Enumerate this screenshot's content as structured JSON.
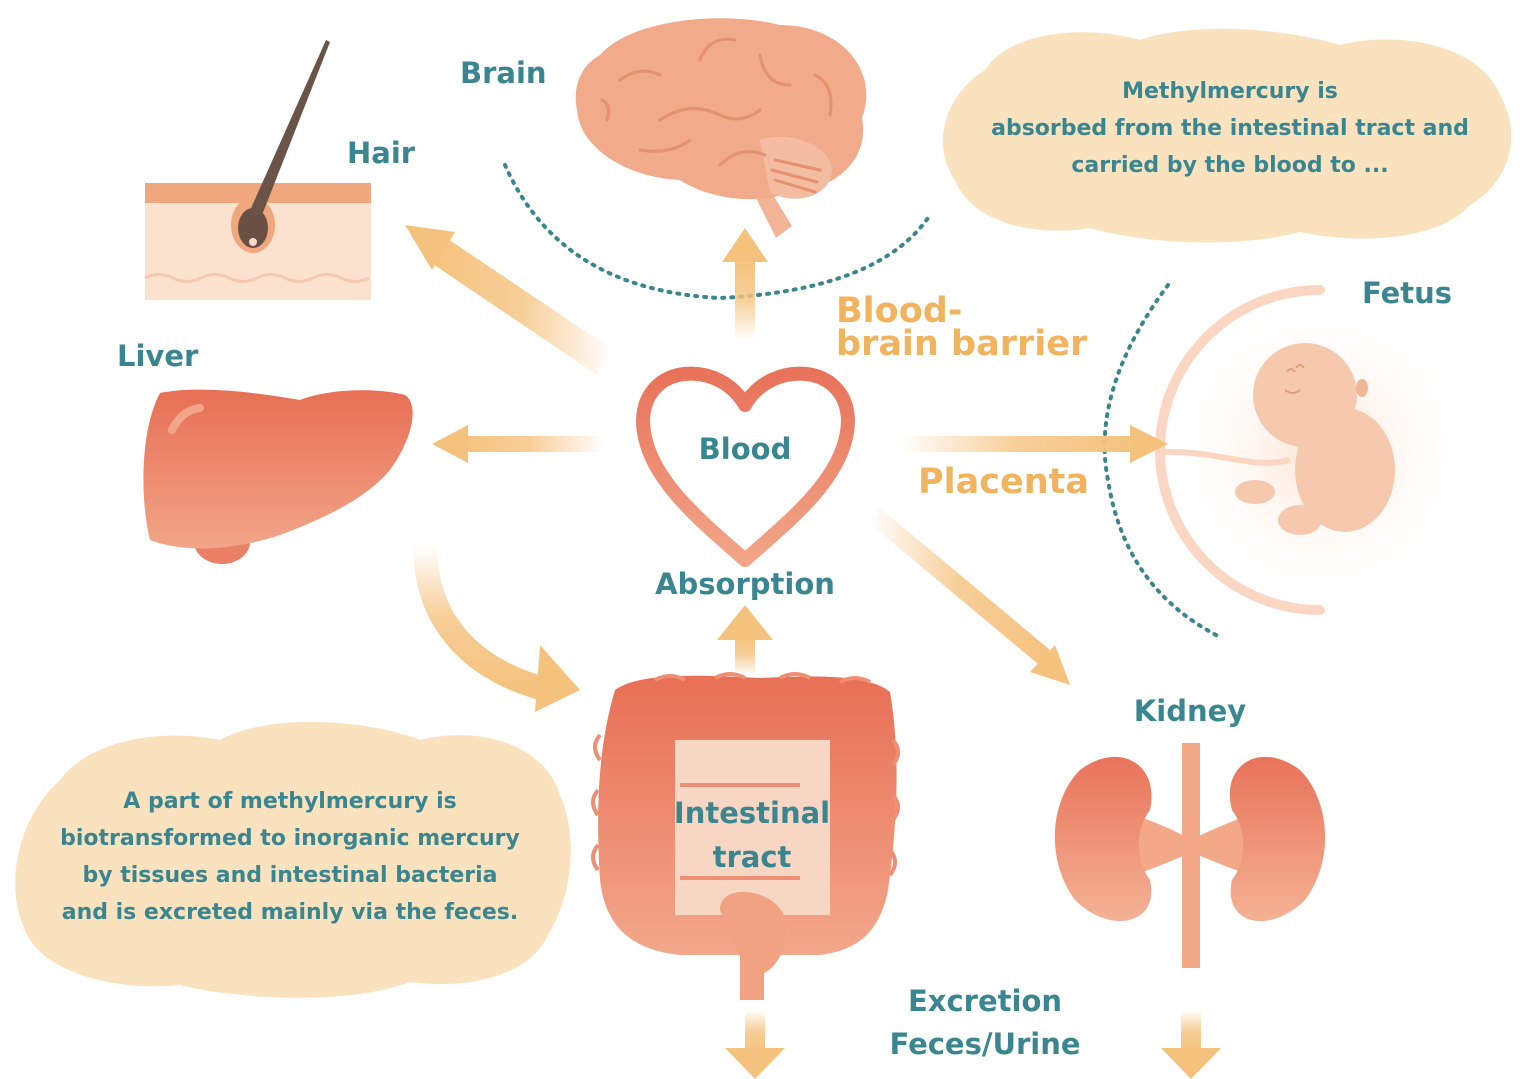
{
  "labels": {
    "brain": "Brain",
    "hair": "Hair",
    "liver": "Liver",
    "blood": "Blood",
    "absorption": "Absorption",
    "intestinal_tract": [
      "Intestinal",
      "tract"
    ],
    "kidney": "Kidney",
    "fetus": "Fetus",
    "blood_brain_barrier": [
      "Blood-",
      "brain barrier"
    ],
    "placenta": "Placenta",
    "excretion": [
      "Excretion",
      "Feces/Urine"
    ]
  },
  "clouds": {
    "top_right": [
      "Methylmercury is",
      "absorbed from the intestinal tract and",
      "carried by the blood to ..."
    ],
    "bottom_left": [
      "A part of methylmercury is",
      "biotransformed to inorganic mercury",
      "by tissues and intestinal bacteria",
      "and is excreted mainly via the feces."
    ]
  },
  "colors": {
    "label_teal": "#3a8690",
    "barrier_orange": "#f1b35e",
    "arrow": "#f5c27e",
    "organ": "#e8735a",
    "cloud": "#fbe2bf"
  }
}
